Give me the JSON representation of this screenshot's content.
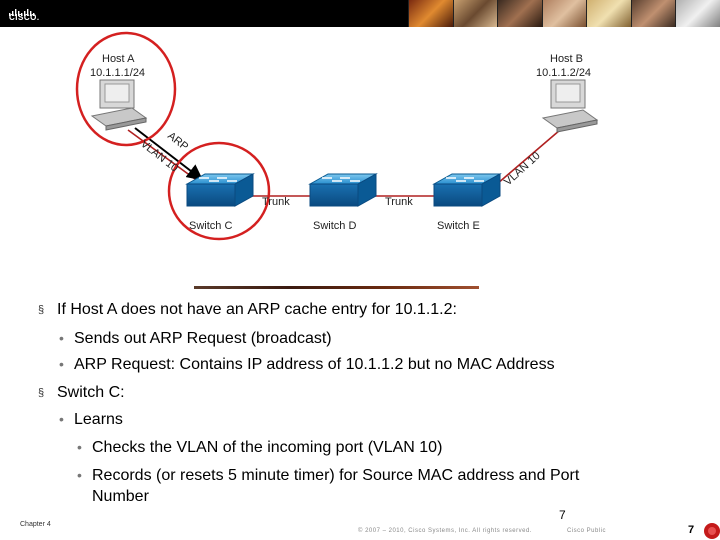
{
  "header": {
    "logo_text": "CISCO."
  },
  "diagram": {
    "hosts": [
      {
        "name": "Host A",
        "ip": "10.1.1.1/24"
      },
      {
        "name": "Host B",
        "ip": "10.1.1.2/24"
      }
    ],
    "switches": [
      "Switch C",
      "Switch D",
      "Switch E"
    ],
    "links": {
      "trunk_1": "Trunk",
      "trunk_2": "Trunk",
      "vlan_b": "VLAN 10"
    },
    "arrow_text": {
      "line1": "ARP",
      "line2": "VLAN 10"
    },
    "colors": {
      "highlight": "#d42020",
      "switch": "#1a7fc4",
      "link": "#b02020"
    }
  },
  "bullets": [
    {
      "level": 1,
      "text": "If Host A does not have an ARP cache entry for 10.1.1.2:"
    },
    {
      "level": 2,
      "text": "Sends out ARP Request (broadcast)"
    },
    {
      "level": 2,
      "text": "ARP Request: Contains IP address of 10.1.1.2 but no MAC Address"
    },
    {
      "level": 1,
      "text": "Switch C:"
    },
    {
      "level": 2,
      "text": "Learns"
    },
    {
      "level": 3,
      "text": "Checks the VLAN of the incoming port (VLAN 10)"
    },
    {
      "level": 3,
      "text": "Records (or resets 5 minute timer) for Source MAC address and Port"
    },
    {
      "level": 3,
      "text": "Number"
    }
  ],
  "footer": {
    "chapter": "Chapter 4",
    "copyright": "© 2007 – 2010, Cisco Systems, Inc. All rights reserved.",
    "public": "Cisco Public",
    "page_mid": "7",
    "page_right": "7"
  }
}
